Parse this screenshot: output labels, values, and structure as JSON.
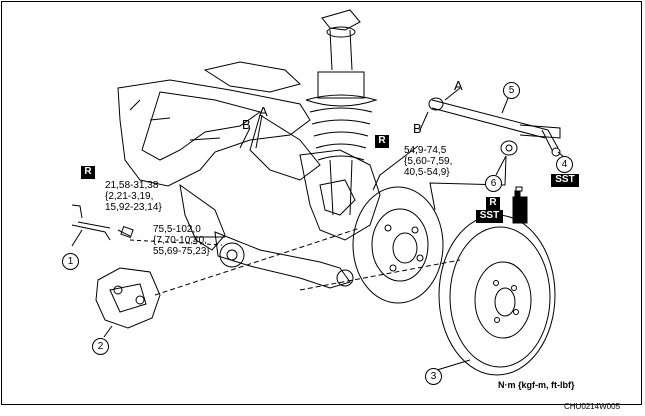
{
  "labels": {
    "torque_1": [
      "21,58-31,38",
      "{2,21-3,19,",
      "15,92-23,14}"
    ],
    "torque_2": [
      "75,5-102,0",
      "{7,70-10,40,",
      "55,69-75,23}"
    ],
    "torque_3": [
      "54,9-74,5",
      "{5,60-7,59,",
      "40,5-54,9}"
    ],
    "badge_r": "R",
    "badge_sst": "SST",
    "letter_a": "A",
    "letter_b": "B",
    "callouts": [
      "1",
      "2",
      "3",
      "4",
      "5",
      "6"
    ],
    "unit": "N·m {kgf-m, ft-lbf}",
    "figure_code": "CHU0214W005"
  }
}
